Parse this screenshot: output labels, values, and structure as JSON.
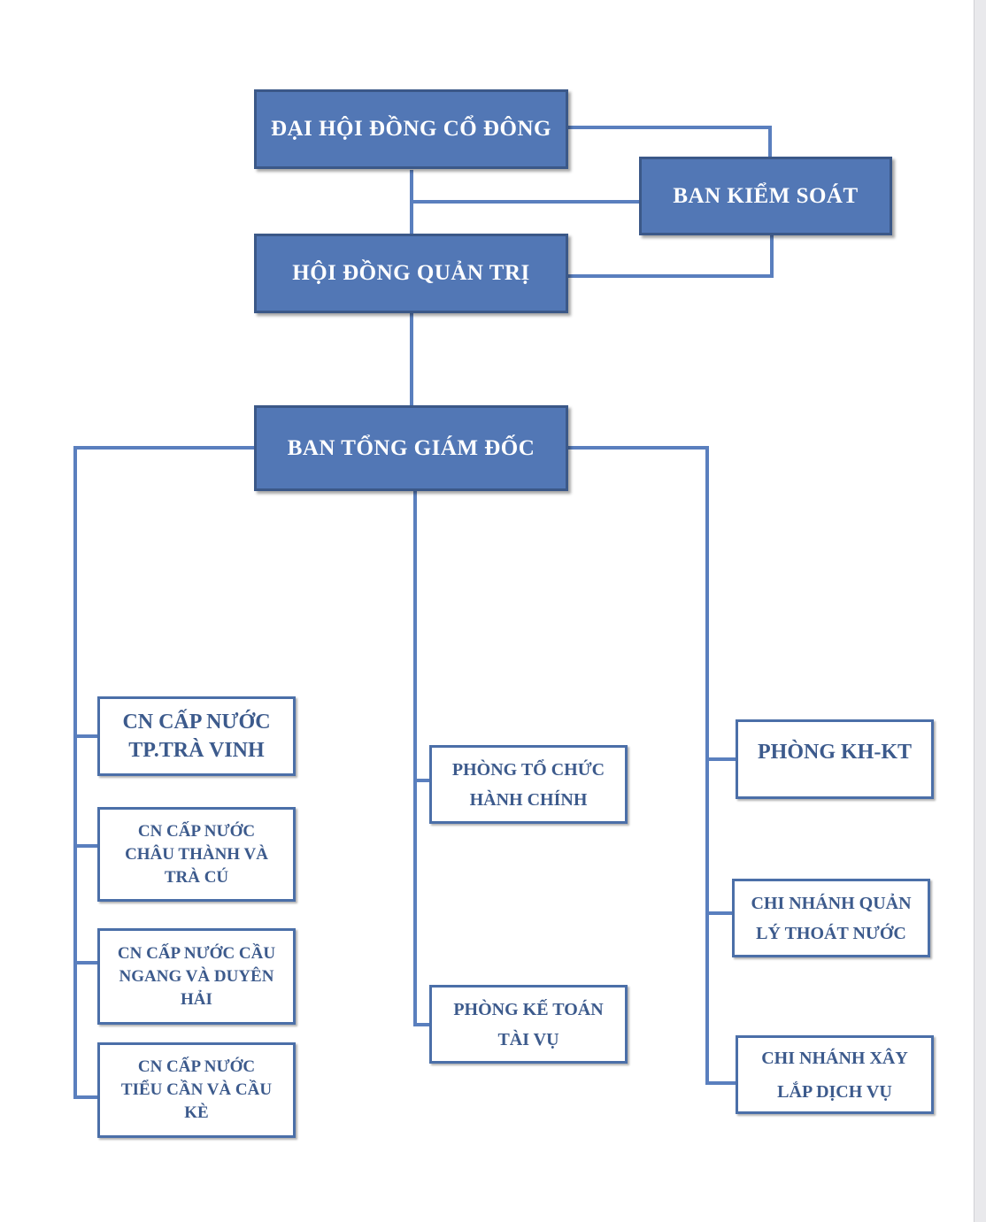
{
  "diagram": {
    "top": {
      "shareholders": "ĐẠI HỘI ĐỒNG CỔ ĐÔNG",
      "supervisory": "BAN KIỂM SOÁT",
      "board": "HỘI ĐỒNG QUẢN TRỊ",
      "executive": "BAN TỔNG GIÁM ĐỐC"
    },
    "left_branches": [
      {
        "label": "CN CẤP NƯỚC\nTP.TRÀ VINH"
      },
      {
        "label": "CN CẤP NƯỚC\nCHÂU THÀNH VÀ\nTRÀ CÚ"
      },
      {
        "label": "CN CẤP NƯỚC CẦU\nNGANG VÀ DUYÊN\nHẢI"
      },
      {
        "label": "CN CẤP NƯỚC\nTIỂU CẦN VÀ CẦU\nKÈ"
      }
    ],
    "middle_departments": [
      {
        "label": "PHÒNG TỔ CHỨC\nHÀNH CHÍNH"
      },
      {
        "label": "PHÒNG KẾ TOÁN\nTÀI VỤ"
      }
    ],
    "right_units": [
      {
        "label": "PHÒNG KH-KT"
      },
      {
        "label": "CHI NHÁNH QUẢN\nLÝ THOÁT NƯỚC"
      },
      {
        "label": "CHI NHÁNH XÂY\nLẮP DỊCH VỤ"
      }
    ],
    "colors": {
      "box_fill": "#5277b5",
      "box_border": "#3b5888",
      "line": "#5a7fbe",
      "text_light": "#3c5a8c"
    }
  }
}
